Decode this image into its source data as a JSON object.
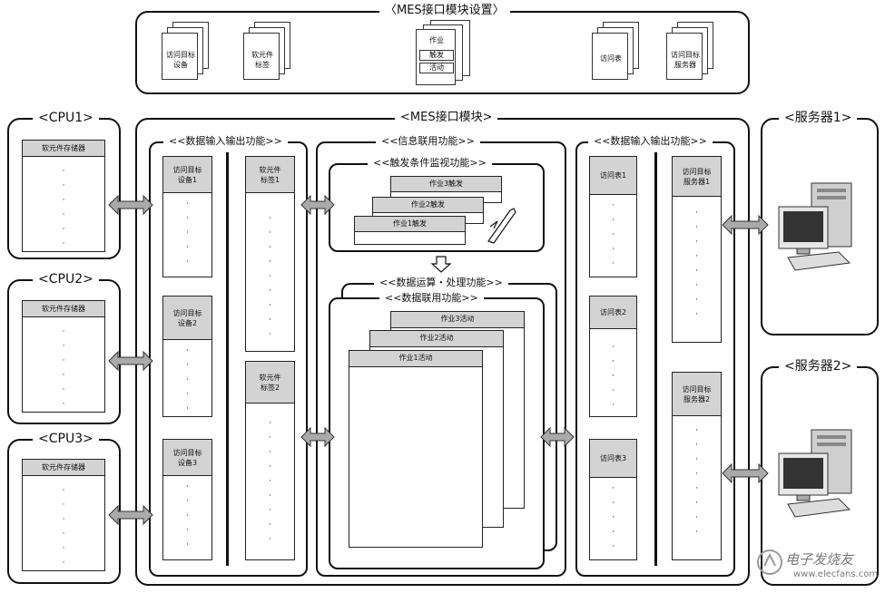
{
  "settings": {
    "title": "〈MES接口模块设置〉",
    "docs": [
      {
        "label": "访问目标\n设备"
      },
      {
        "label": "软元件\n标签"
      },
      {
        "label": "作业",
        "sub": [
          "触发",
          "活动"
        ]
      },
      {
        "label": "访问表"
      },
      {
        "label": "访问目标\n服务器"
      }
    ]
  },
  "cpus": [
    {
      "title": "<CPU1>",
      "memory": "软元件存储器"
    },
    {
      "title": "<CPU2>",
      "memory": "软元件存储器"
    },
    {
      "title": "<CPU3>",
      "memory": "软元件存储器"
    }
  ],
  "module": {
    "title": "<MES接口模块>",
    "left_io": {
      "title": "<<数据输入输出功能>>",
      "targets": [
        "访问目标\n设备1",
        "访问目标\n设备2",
        "访问目标\n设备3"
      ],
      "tags": [
        "软元件\n标签1",
        "软元件\n标签2"
      ]
    },
    "info": {
      "title": "<<信息联用功能>>",
      "trigger": {
        "title": "<<触发条件监视功能>>",
        "jobs": [
          "作业3触发",
          "作业2触发",
          "作业1触发"
        ]
      },
      "calc": {
        "title": "<<数据运算・处理功能>>",
        "link_title": "<<数据联用功能>>",
        "jobs": [
          "作业3活动",
          "作业2活动",
          "作业1活动"
        ]
      }
    },
    "right_io": {
      "title": "<<数据输入输出功能>>",
      "tables": [
        "访问表1",
        "访问表2",
        "访问表3"
      ],
      "servers": [
        "访问目标\n服务器1",
        "访问目标\n服务器2"
      ]
    }
  },
  "servers": [
    {
      "title": "<服务器1>"
    },
    {
      "title": "<服务器2>"
    }
  ],
  "watermark": {
    "brand": "电子发烧友",
    "url": "www.elecfans.com"
  }
}
